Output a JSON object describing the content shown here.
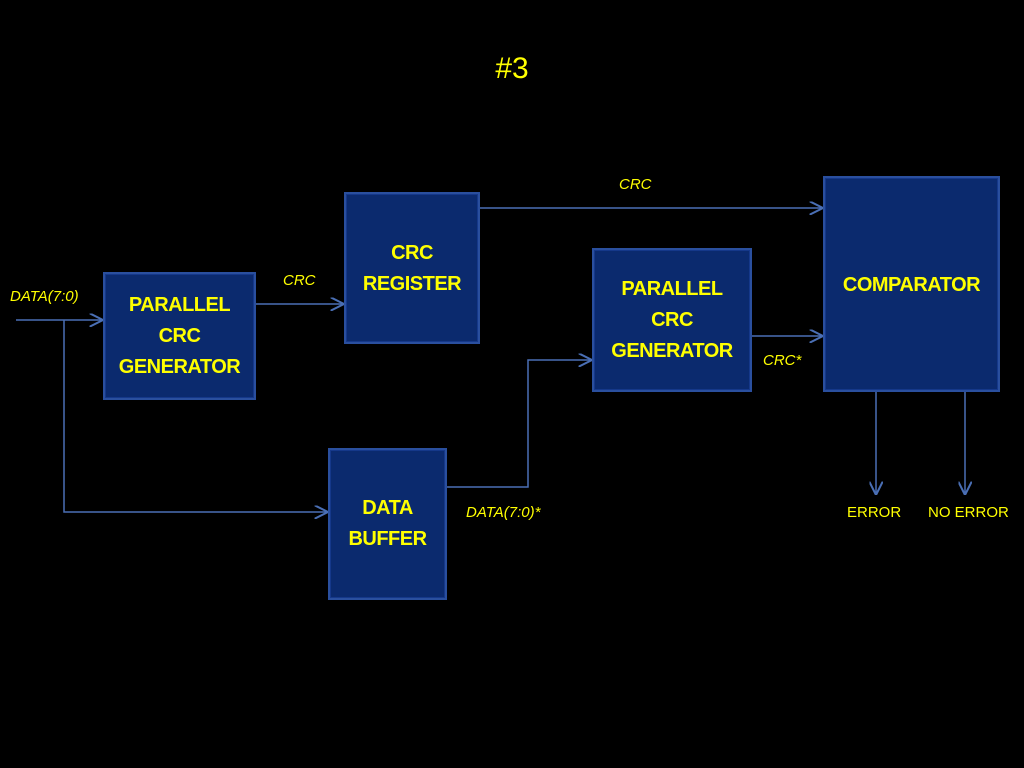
{
  "title": "#3",
  "blocks": {
    "pcg1": "PARALLEL\nCRC\nGENERATOR",
    "crc_register": "CRC\nREGISTER",
    "pcg2": "PARALLEL\nCRC\nGENERATOR",
    "comparator": "COMPARATOR",
    "data_buffer": "DATA\nBUFFER"
  },
  "labels": {
    "data_in": "DATA(7:0)",
    "crc_1": "CRC",
    "crc_top": "CRC",
    "crc_star": "CRC*",
    "data_star": "DATA(7:0)*",
    "error": "ERROR",
    "no_error": "NO ERROR"
  },
  "colors": {
    "background": "#000000",
    "block_fill": "#0b2a6e",
    "text": "#ffff00",
    "wire": "#4a6fb5"
  }
}
